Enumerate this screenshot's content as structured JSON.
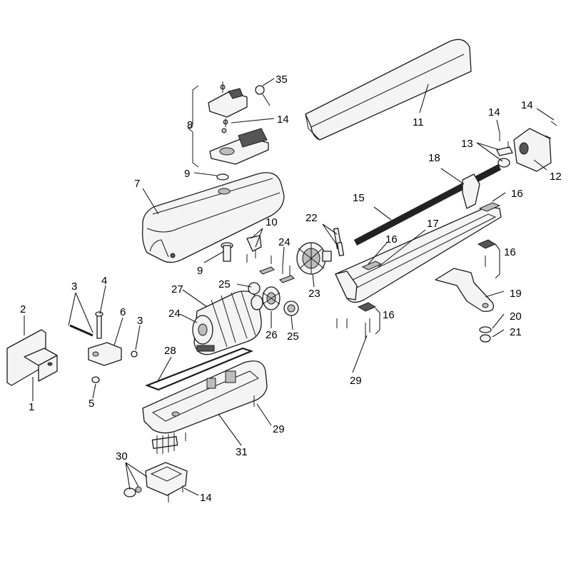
{
  "diagram": {
    "labels": {
      "l1": "1",
      "l2": "2",
      "l3a": "3",
      "l3b": "3",
      "l4": "4",
      "l5": "5",
      "l6": "6",
      "l7": "7",
      "l8": "8",
      "l9a": "9",
      "l9b": "9",
      "l10": "10",
      "l11": "11",
      "l12": "12",
      "l13": "13",
      "l14a": "14",
      "l14b": "14",
      "l14c": "14",
      "l14d": "14",
      "l15": "15",
      "l16a": "16",
      "l16b": "16",
      "l16c": "16",
      "l16d": "16",
      "l17": "17",
      "l18": "18",
      "l19": "19",
      "l20": "20",
      "l21": "21",
      "l22": "22",
      "l23": "23",
      "l24a": "24",
      "l24b": "24",
      "l25a": "25",
      "l25b": "25",
      "l26": "26",
      "l27": "27",
      "l28": "28",
      "l29a": "29",
      "l29b": "29",
      "l30": "30",
      "l31": "31",
      "l35": "35"
    }
  }
}
